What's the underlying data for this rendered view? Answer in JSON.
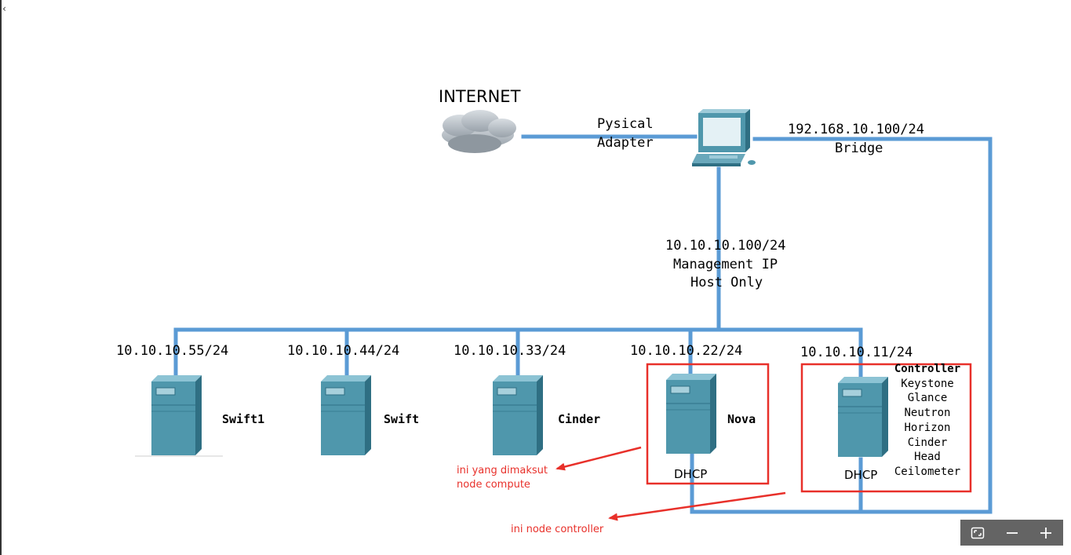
{
  "diagram": {
    "internet": "INTERNET",
    "physical_adapter": [
      "Pysical",
      "Adapter"
    ],
    "bridge_ip": "192.168.10.100/24",
    "bridge_label": "Bridge",
    "management": [
      "10.10.10.100/24",
      "Management IP",
      "Host Only"
    ],
    "nodes": [
      {
        "ip": "10.10.10.55/24",
        "name": "Swift1"
      },
      {
        "ip": "10.10.10.44/24",
        "name": "Swift"
      },
      {
        "ip": "10.10.10.33/24",
        "name": "Cinder"
      },
      {
        "ip": "10.10.10.22/24",
        "name": "Nova",
        "dhcp": "DHCP"
      },
      {
        "ip": "10.10.10.11/24",
        "dhcp": "DHCP"
      }
    ],
    "controller_services": [
      "Controller",
      "Keystone",
      "Glance",
      "Neutron",
      "Horizon",
      "Cinder",
      "Head",
      "Ceilometer"
    ],
    "annotations": {
      "compute": [
        "ini yang dimaksut",
        "node compute"
      ],
      "controller": "ini node controller"
    },
    "colors": {
      "link": "#5b9bd5",
      "highlight": "#e8302a",
      "server": "#4f97ac"
    }
  },
  "viewer": {
    "icons": [
      "fit-screen-icon",
      "zoom-out-icon",
      "zoom-in-icon"
    ]
  }
}
